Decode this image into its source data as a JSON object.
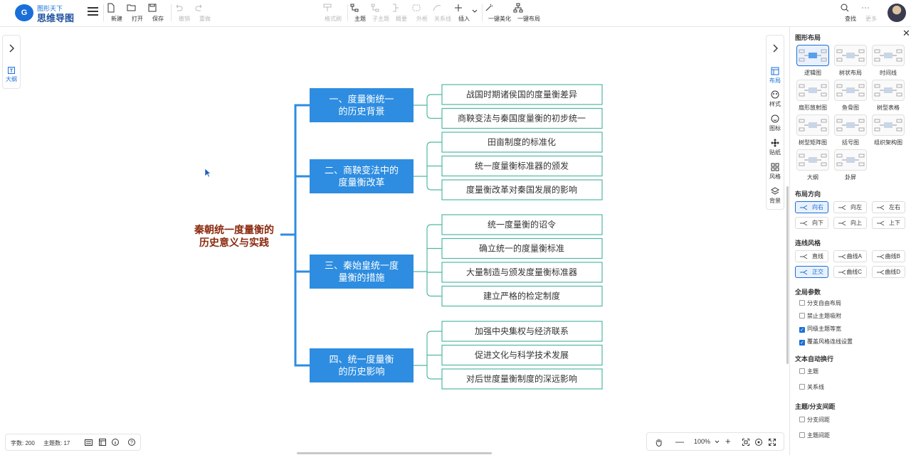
{
  "brand": {
    "logo_letter": "G",
    "subtitle": "图形天下",
    "name": "思维导图"
  },
  "toolbar": {
    "new": "新建",
    "open": "打开",
    "save": "保存",
    "undo": "撤销",
    "redo": "重做",
    "format_painter": "格式刷",
    "topic": "主题",
    "subtopic": "子主题",
    "summary": "概要",
    "boundary": "外框",
    "relation": "关系线",
    "insert": "插入",
    "beautify": "一键美化",
    "auto_layout": "一键布局",
    "search": "查找",
    "more": "更多"
  },
  "left_panel": {
    "outline": "大纲"
  },
  "mindmap": {
    "root": [
      "秦朝统一度量衡的",
      "历史意义与实践"
    ],
    "branches": [
      {
        "title": [
          "一、度量衡统一",
          "的历史背景"
        ],
        "children": [
          "战国时期诸侯国的度量衡差异",
          "商鞅变法与秦国度量衡的初步统一"
        ]
      },
      {
        "title": [
          "二、商鞅变法中的",
          "度量衡改革"
        ],
        "children": [
          "田亩制度的标准化",
          "统一度量衡标准器的颁发",
          "度量衡改革对秦国发展的影响"
        ]
      },
      {
        "title": [
          "三、秦始皇统一度",
          "量衡的措施"
        ],
        "children": [
          "统一度量衡的诏令",
          "确立统一的度量衡标准",
          "大量制造与颁发度量衡标准器",
          "建立严格的检定制度"
        ]
      },
      {
        "title": [
          "四、统一度量衡",
          "的历史影响"
        ],
        "children": [
          "加强中央集权与经济联系",
          "促进文化与科学技术发展",
          "对后世度量衡制度的深远影响"
        ]
      }
    ]
  },
  "right_nav": {
    "layout": "布局",
    "style": "样式",
    "icon": "图标",
    "sticker": "贴纸",
    "theme": "风格",
    "background": "背景"
  },
  "panel": {
    "sec_layout": "图形布局",
    "layouts": [
      "逻辑图",
      "树状布局",
      "时间线",
      "扇形放射图",
      "鱼骨图",
      "树型表格",
      "树型矩阵图",
      "括号图",
      "组织架构图",
      "大纲",
      "卦屏"
    ],
    "sec_direction": "布局方向",
    "directions": [
      "向右",
      "向左",
      "左右",
      "向下",
      "向上",
      "上下"
    ],
    "sec_line": "连线风格",
    "lines": [
      "直线",
      "曲线A",
      "曲线B",
      "正交",
      "曲线C",
      "曲线D"
    ],
    "sec_global": "全局参数",
    "global_opts": [
      {
        "label": "分支自由布局",
        "on": false
      },
      {
        "label": "禁止主题吸附",
        "on": false
      },
      {
        "label": "同级主题等宽",
        "on": true
      },
      {
        "label": "覆盖风格连线设置",
        "on": true
      }
    ],
    "sec_wrap": "文本自动换行",
    "wrap_opts": [
      {
        "label": "主题",
        "on": false
      },
      {
        "label": "关系线",
        "on": false
      }
    ],
    "sec_spacing": "主题/分支间距",
    "spacing_opts": [
      {
        "label": "分支间距",
        "on": false
      },
      {
        "label": "主题间距",
        "on": false
      }
    ]
  },
  "status": {
    "words": "字数: 200",
    "topics": "主题数: 17"
  },
  "zoom": {
    "level": "100%",
    "minus": "—",
    "plus": "+"
  },
  "colors": {
    "primary": "#2e8de0",
    "branch_line": "#52b8a3",
    "root_text": "#8b2a0e"
  }
}
